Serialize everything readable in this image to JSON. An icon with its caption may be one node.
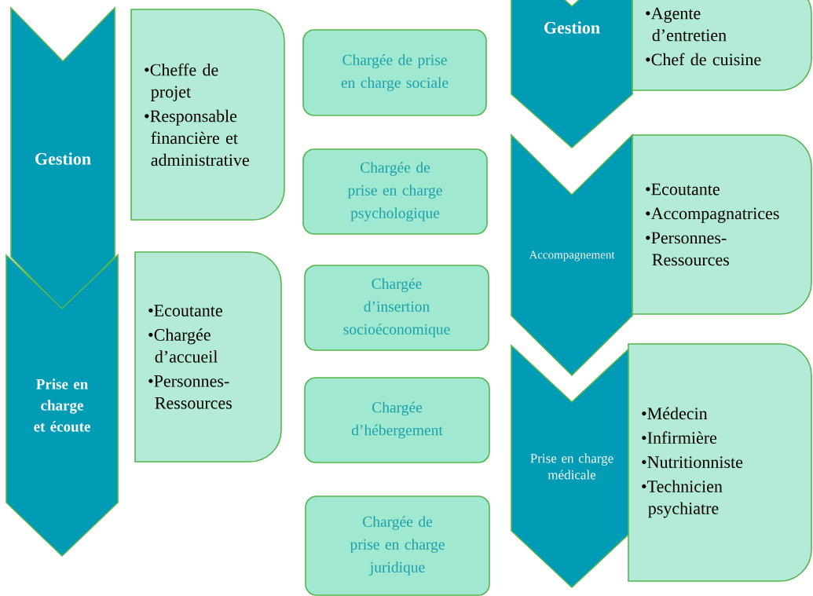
{
  "diagram": {
    "nodes": [
      {
        "text": [
          "Gestion"
        ]
      },
      {
        "text": [
          "•Cheffe de projet",
          "•Responsable financière et administrative"
        ]
      },
      {
        "text": [
          "Prise en charge et écoute"
        ]
      },
      {
        "text": [
          "•Ecoutante",
          "•Chargée d’accueil",
          "•Personnes-Ressources"
        ]
      },
      {
        "text": [
          "Chargée de prise en charge sociale"
        ]
      },
      {
        "text": [
          "Chargée de prise en charge psychologique"
        ]
      },
      {
        "text": [
          "Chargée d’insertion socioéconomique"
        ]
      },
      {
        "text": [
          "Chargée d’hébergement"
        ]
      },
      {
        "text": [
          "Chargée de prise en charge juridique"
        ]
      },
      {
        "text": [
          "Gestion"
        ]
      },
      {
        "text": [
          "•Agente d’entretien",
          "•Chef de cuisine"
        ]
      },
      {
        "text": [
          "Accompagnement"
        ]
      },
      {
        "text": [
          "•Ecoutante",
          "•Accompagnatrices",
          "•Personnes-Ressources"
        ]
      },
      {
        "text": [
          "Prise en charge médicale"
        ]
      },
      {
        "text": [
          "•Médecin",
          "•Infirmière",
          "•Nutritionniste",
          "•Technicien psychiatre"
        ]
      }
    ]
  }
}
